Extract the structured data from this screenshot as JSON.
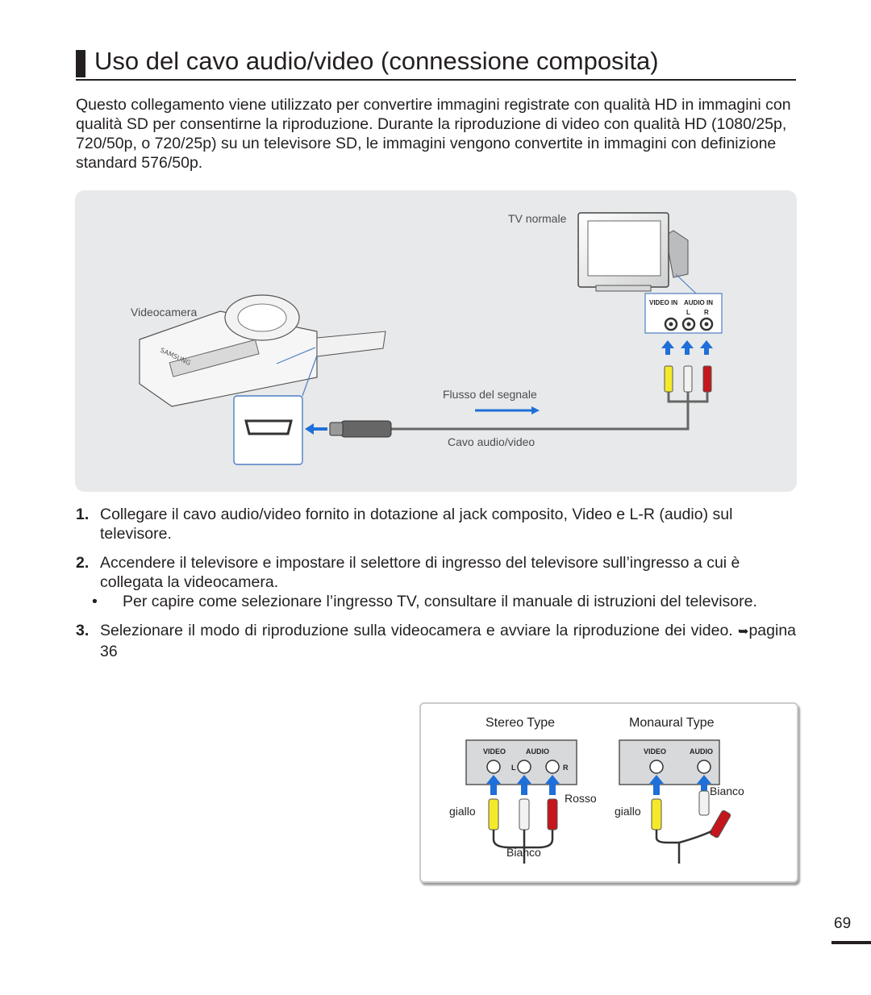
{
  "title": "Uso del cavo audio/video (connessione composita)",
  "intro": "Questo collegamento viene utilizzato per convertire immagini registrate con qualità HD in immagini con qualità SD per consentirne la riproduzione. Durante la riproduzione di video con qualità HD (1080/25p, 720/50p, o 720/25p) su un televisore SD, le immagini vengono convertite in immagini con definizione standard 576/50p.",
  "figure": {
    "tv_label": "TV normale",
    "camera_label": "Videocamera",
    "signal_label": "Flusso del segnale",
    "cable_label": "Cavo audio/video",
    "panel_video_in": "VIDEO IN",
    "panel_audio_in": "AUDIO IN",
    "panel_l": "L",
    "panel_r": "R",
    "brand": "SAMSUNG"
  },
  "steps": [
    {
      "num": "1.",
      "text": "Collegare il cavo audio/video fornito in dotazione al jack composito, Video e L-R (audio) sul televisore."
    },
    {
      "num": "2.",
      "text": "Accendere il televisore e impostare il selettore di ingresso del televisore sull’ingresso a cui è collegata la videocamera."
    },
    {
      "num": "3.",
      "text": "Selezionare il modo di riproduzione sulla videocamera e avviare la riproduzione dei video.",
      "link_arrow": "➥",
      "link_text": "pagina 36"
    }
  ],
  "bullet": {
    "mark": "•",
    "text": "Per capire come selezionare l’ingresso TV, consultare il manuale di istruzioni del televisore."
  },
  "types": {
    "stereo_title": "Stereo Type",
    "mono_title": "Monaural Type",
    "video": "VIDEO",
    "audio": "AUDIO",
    "l": "L",
    "r": "R",
    "giallo": "giallo",
    "rosso": "Rosso",
    "bianco": "Bianco"
  },
  "colors": {
    "yellow": "#f4ea2a",
    "red": "#c4161c",
    "blue": "#1e6fd9",
    "white": "#f2f2f2"
  },
  "page_number": "69"
}
